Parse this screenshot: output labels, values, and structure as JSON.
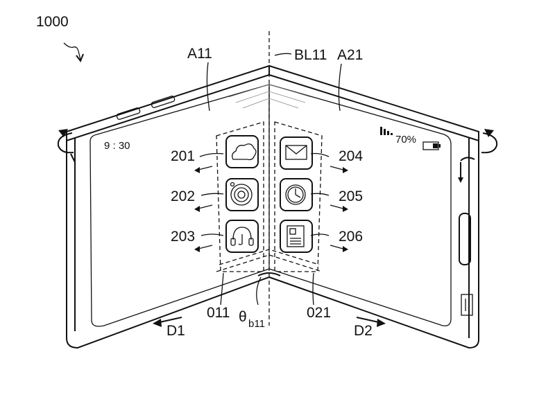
{
  "figure": {
    "reference": "1000",
    "labels": {
      "area_left": "A11",
      "area_right": "A21",
      "bend_line": "BL11",
      "icon_1": "201",
      "icon_2": "202",
      "icon_3": "203",
      "icon_4": "204",
      "icon_5": "205",
      "icon_6": "206",
      "region_left": "011",
      "region_right": "021",
      "angle_main": "θ",
      "angle_sub": "b11",
      "dir_left": "D1",
      "dir_right": "D2"
    },
    "status": {
      "time": "9 : 30",
      "battery_percent": "70%"
    },
    "icons": [
      {
        "id": "201",
        "name": "cloud-icon"
      },
      {
        "id": "202",
        "name": "target-icon"
      },
      {
        "id": "203",
        "name": "headphones-icon"
      },
      {
        "id": "204",
        "name": "mail-icon"
      },
      {
        "id": "205",
        "name": "clock-icon"
      },
      {
        "id": "206",
        "name": "gallery-icon"
      }
    ]
  }
}
